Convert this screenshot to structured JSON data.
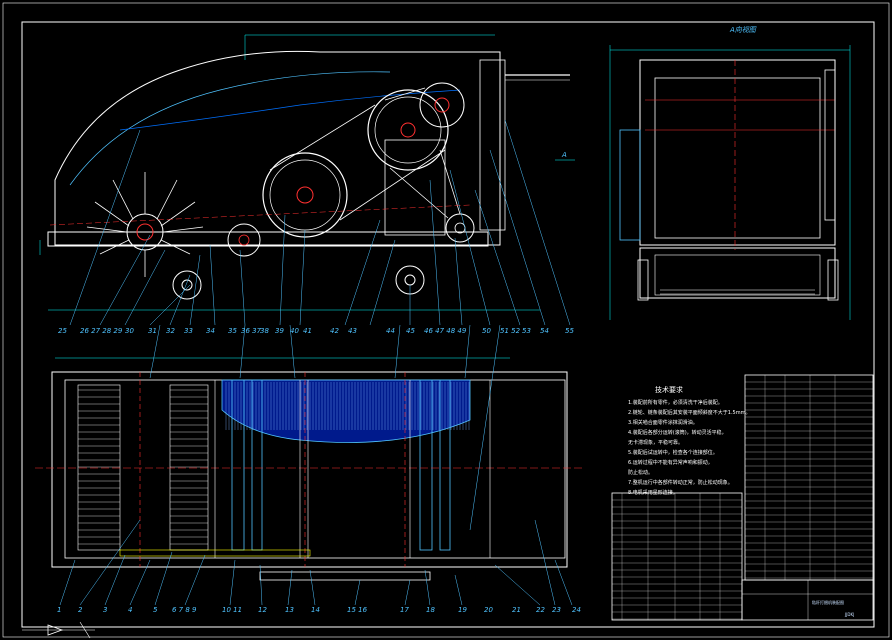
{
  "drawing": {
    "section_label": "A向视图",
    "section_marker": "A",
    "part_numbers_top": [
      "25",
      "26 27 28 29",
      "30",
      "31",
      "32",
      "33",
      "34",
      "35",
      "36 37",
      "38",
      "39",
      "40",
      "41",
      "42",
      "43",
      "44",
      "45",
      "46 47 48 49",
      "50",
      "51 52",
      "53",
      "54",
      "55"
    ],
    "part_numbers_bottom": [
      "1",
      "2",
      "3",
      "4",
      "5",
      "6 7 8 9",
      "10 11",
      "12",
      "13",
      "14",
      "15 16",
      "17",
      "18",
      "19",
      "20",
      "21",
      "22",
      "23",
      "24"
    ],
    "tech_title": "技术要求",
    "tech_notes": [
      "1.装配前所有零件，必须清洗干净后装配。",
      "2.链轮、链条装配后其安装平面倾斜度不大于1.5mm。",
      "3.相关啮合面零件涂抹润滑油。",
      "4.装配后各部分运转(滚筒)，转动灵活平稳，",
      "  无卡滞现象，平稳可靠。",
      "5.装配后试运转中，检查各个连接部位。",
      "6.运转过程中不能有异常声响和振动，",
      "  防止松动。",
      "7.整机运行中各部件转动正常，防止松动现象。",
      "8.电机采用星形连接。"
    ],
    "title_block": {
      "name": "秸秆打捆机装配图",
      "drawing_no": "JJDKJ"
    }
  }
}
